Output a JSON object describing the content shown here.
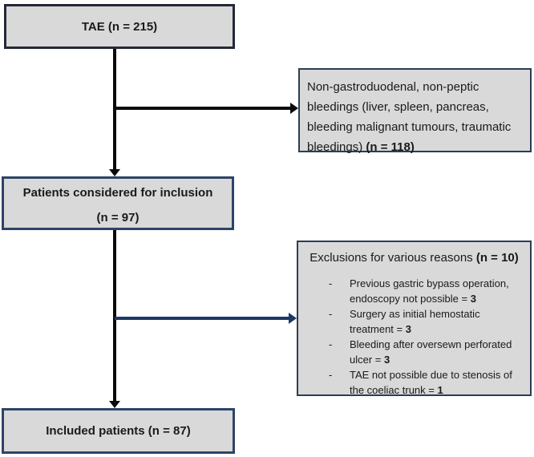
{
  "diagram": {
    "type": "patient-flowchart",
    "boxes": {
      "tae": {
        "label": "TAE (n = 215)"
      },
      "non_gastroduodenal": {
        "text": "Non-gastroduodenal, non-peptic bleedings (liver, spleen, pancreas, bleeding malignant tumours, traumatic bleedings) ",
        "n": "(n = 118)"
      },
      "considered": {
        "line1": "Patients considered for inclusion",
        "line2": "(n = 97)"
      },
      "exclusions": {
        "title": "Exclusions for various reasons ",
        "n": "(n = 10)",
        "bullet": "-",
        "items": [
          {
            "text": "Previous gastric bypass operation, endoscopy not possible = ",
            "n": "3"
          },
          {
            "text": "Surgery as initial hemostatic treatment = ",
            "n": "3"
          },
          {
            "text": "Bleeding after oversewn perforated ulcer = ",
            "n": "3"
          },
          {
            "text": "TAE not possible due to stenosis of the coeliac trunk = ",
            "n": "1"
          }
        ]
      },
      "included": {
        "label": "Included patients (n = 87)"
      }
    },
    "colors": {
      "box_fill": "#d9d9d9",
      "box_border_dark": "#232936",
      "box_border_navy": "#2e4468",
      "arrow_black": "#0a0a0a",
      "arrow_navy": "#1f3864"
    }
  }
}
